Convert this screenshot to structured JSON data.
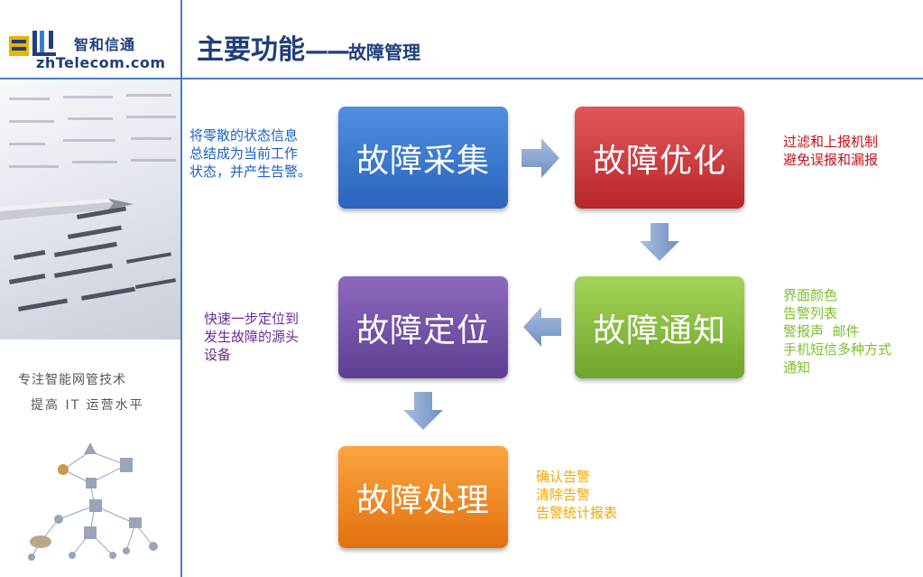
{
  "brand": {
    "name_cn": "智和信通",
    "name_en": "zhTelecom.com"
  },
  "slogan": {
    "line1": "专注智能网管技术",
    "line2": "提高 IT 运营水平"
  },
  "header": {
    "title_main": "主要功能",
    "title_sep": "——",
    "title_sub": "故障管理"
  },
  "steps": {
    "collect": "故障采集",
    "optimize": "故障优化",
    "notify": "故障通知",
    "locate": "故障定位",
    "handle": "故障处理"
  },
  "notes": {
    "collect": [
      "将零散的状态信息",
      "总结成为当前工作",
      "状态，并产生告警。"
    ],
    "optimize": [
      "过滤和上报机制",
      "避免误报和漏报"
    ],
    "notify": [
      "界面颜色",
      "告警列表",
      "警报声  邮件",
      "手机短信多种方式",
      "通知"
    ],
    "locate": [
      "快速一步定位到",
      "发生故障的源头",
      "设备"
    ],
    "handle": [
      "确认告警",
      "清除告警",
      "告警统计报表"
    ]
  },
  "colors": {
    "accent_line": "#4a7cc0",
    "title": "#1f3f7a",
    "collect": "#3a7bd5",
    "optimize": "#cc3a3c",
    "notify": "#8ac140",
    "locate": "#7653a8",
    "handle": "#f58b22",
    "arrow": "#8aa5d0"
  },
  "icons": {
    "logo": "zh-logo-icon",
    "photo": "pen-on-spreadsheet-photo",
    "diagram": "network-topology-icon",
    "arrow": "flow-arrow-icon"
  }
}
